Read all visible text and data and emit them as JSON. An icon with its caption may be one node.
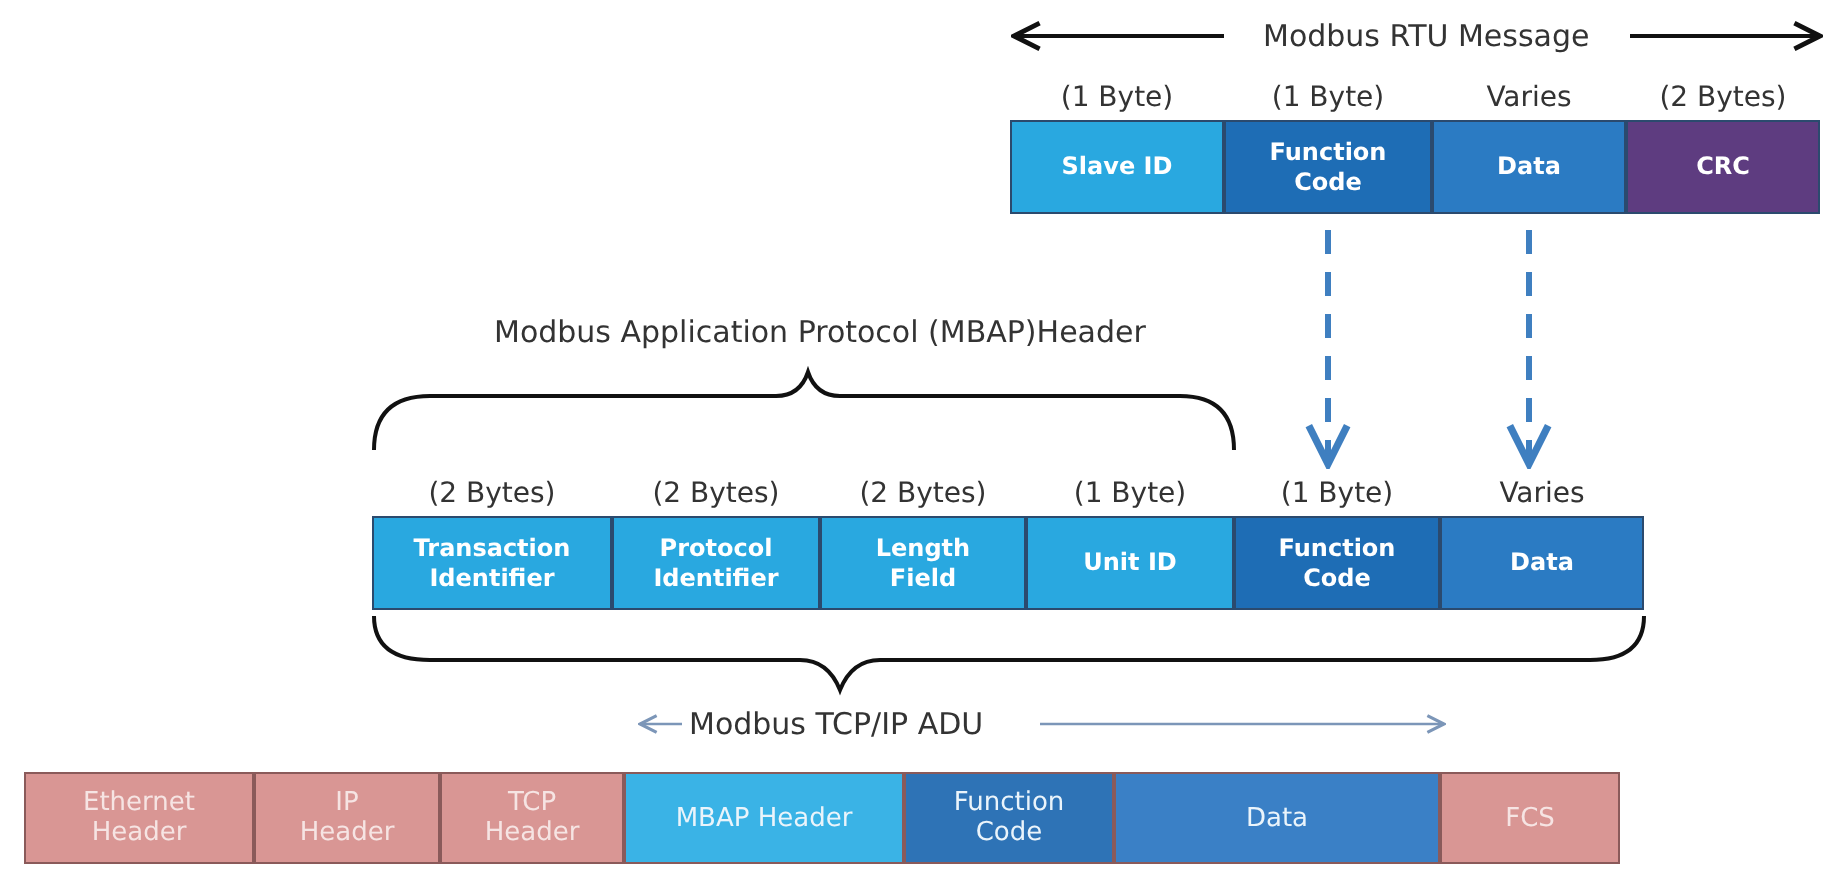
{
  "diagram": {
    "nodes": [
      {
        "text": [
          "Slave ID"
        ],
        "beside": [
          "(1 Byte)"
        ]
      },
      {
        "text": [
          "Function Code"
        ],
        "beside": [
          "(1 Byte)"
        ]
      },
      {
        "text": [
          "Data"
        ],
        "beside": [
          "Varies"
        ]
      },
      {
        "text": [
          "CRC"
        ],
        "beside": [
          "(2 Bytes)"
        ]
      },
      {
        "text": [
          "Transaction Identifier"
        ],
        "beside": [
          "(2 Bytes)"
        ]
      },
      {
        "text": [
          "Protocol Identifier"
        ],
        "beside": [
          "(2 Bytes)"
        ]
      },
      {
        "text": [
          "Length Field"
        ],
        "beside": [
          "(2 Bytes)"
        ]
      },
      {
        "text": [
          "Unit ID"
        ],
        "beside": [
          "(1 Byte)"
        ]
      },
      {
        "text": [
          "Function Code"
        ],
        "beside": [
          "(1 Byte)"
        ]
      },
      {
        "text": [
          "Data"
        ],
        "beside": [
          "Varies"
        ]
      },
      {
        "text": [
          "Ethernet Header"
        ]
      },
      {
        "text": [
          "IP Header"
        ]
      },
      {
        "text": [
          "TCP Header"
        ]
      },
      {
        "text": [
          "MBAP Header"
        ]
      },
      {
        "text": [
          "Function Code"
        ]
      },
      {
        "text": [
          "Data"
        ]
      },
      {
        "text": [
          "FCS"
        ]
      }
    ],
    "edges": [
      {
        "from": 1,
        "to": 8,
        "arrow": "to",
        "style": "dashed"
      },
      {
        "from": 2,
        "to": 9,
        "arrow": "to",
        "style": "dashed"
      }
    ],
    "labels": [
      "Modbus RTU Message",
      "Modbus Application Protocol (MBAP)Header",
      "Modbus TCP/IP ADU"
    ]
  }
}
